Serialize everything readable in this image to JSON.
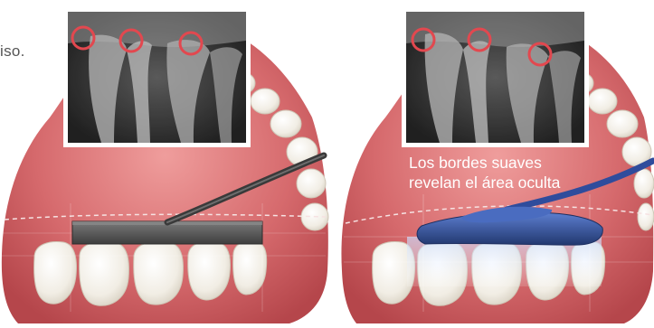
{
  "left_panel": {
    "cut_text": "iso."
  },
  "right_panel": {
    "caption_line1": "Los bordes suaves",
    "caption_line2": "revelan el área oculta"
  },
  "colors": {
    "gum": "#d96f72",
    "gum_dark": "#b8474d",
    "gum_light": "#efa2a2",
    "tooth": "#f4f1ea",
    "xray_bg": "#2e2e2e",
    "marker_ring": "#e2484f",
    "rigid_sensor": "#5a5a5a",
    "soft_sensor": "#2f4c9c",
    "caption_text": "#ffffff"
  }
}
